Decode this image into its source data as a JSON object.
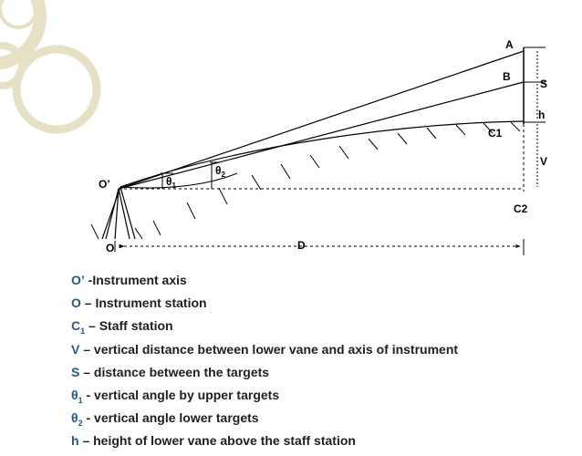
{
  "diagram": {
    "labels": {
      "A": "A",
      "B": "B",
      "S": "S",
      "h": "h",
      "C1": "C1",
      "V": "V",
      "C2": "C2",
      "O_prime": "O’",
      "O": "O",
      "D": "D",
      "theta1": "θ",
      "theta1_sub": "1",
      "theta2": "θ",
      "theta2_sub": "2"
    },
    "colors": {
      "lines": "#000000",
      "legend_symbol": "#1f5b95",
      "legend_text": "#1f1f1f",
      "decor_light": "#e6e0c4",
      "decor_dark": "#cfc5a6"
    }
  },
  "legend": [
    {
      "sym": "O’",
      "sub": "",
      "text": " -Instrument axis"
    },
    {
      "sym": "O",
      "sub": "",
      "text": " – Instrument station"
    },
    {
      "sym": "C",
      "sub": "1",
      "text": " – Staff station"
    },
    {
      "sym": "V",
      "sub": "",
      "text": " – vertical distance between lower vane and axis of instrument"
    },
    {
      "sym": "S",
      "sub": "",
      "text": " – distance between the targets"
    },
    {
      "sym": "θ",
      "sub": "1",
      "text": "  - vertical angle by upper targets"
    },
    {
      "sym": "θ",
      "sub": "2",
      "text": "  - vertical angle lower targets"
    },
    {
      "sym": "h",
      "sub": "",
      "text": " – height of lower vane above the staff station"
    }
  ]
}
